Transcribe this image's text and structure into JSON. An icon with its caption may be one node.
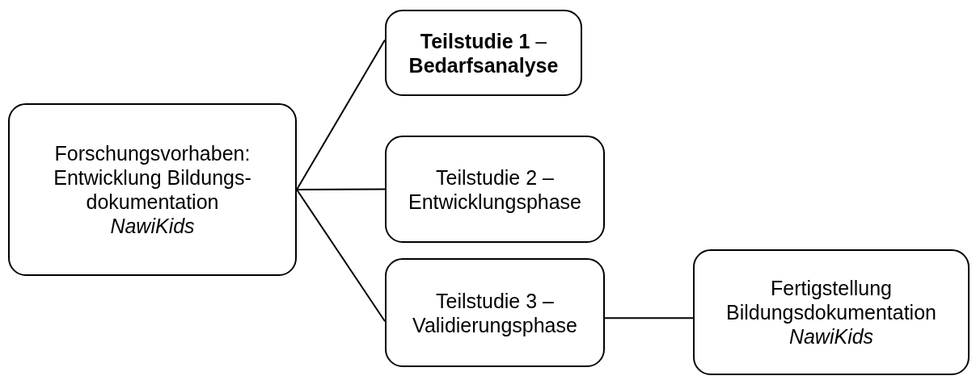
{
  "diagram": {
    "nodes": [
      {
        "text": [
          "Forschungsvorhaben: Entwicklung Bildungs-dokumentation *NawiKids*"
        ]
      },
      {
        "text": [
          "**Teilstudie 1** – **Bedarfsanalyse**"
        ]
      },
      {
        "text": [
          "Teilstudie 2 – Entwicklungsphase"
        ]
      },
      {
        "text": [
          "Teilstudie 3 – Validierungsphase"
        ]
      },
      {
        "text": [
          "Fertigstellung Bildungsdokumentation *NawiKids*"
        ]
      }
    ],
    "edges": [
      {
        "from": 0,
        "to": 1,
        "arrow": "none"
      },
      {
        "from": 0,
        "to": 2,
        "arrow": "none"
      },
      {
        "from": 0,
        "to": 3,
        "arrow": "none"
      },
      {
        "from": 3,
        "to": 4,
        "arrow": "none"
      }
    ]
  }
}
